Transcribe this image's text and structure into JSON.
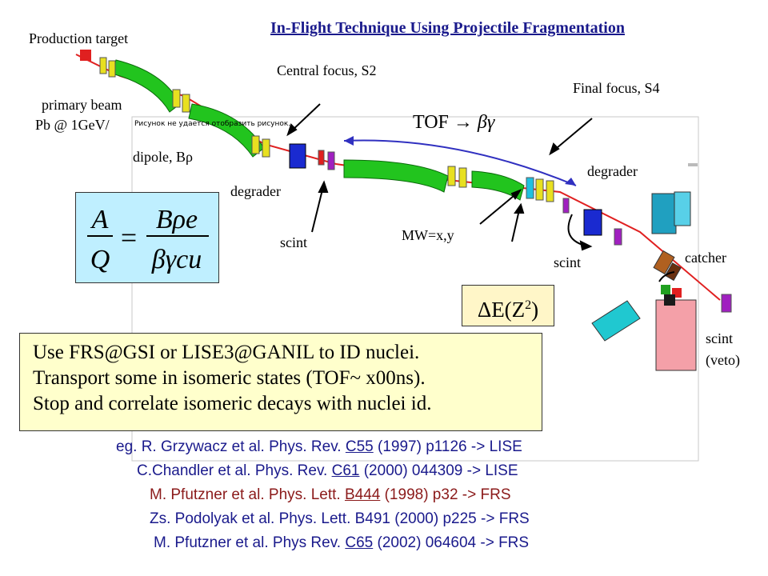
{
  "title": "In-Flight Technique Using Projectile Fragmentation",
  "labels": {
    "production_target": "Production target",
    "primary_beam_line1": "primary beam",
    "primary_beam_line2": "Pb @ 1GeV/",
    "central_focus": "Central focus, S2",
    "final_focus": "Final focus, S4",
    "dipole": "dipole, B",
    "dipole_symbol": "ρ",
    "degrader_left": "degrader",
    "degrader_right": "degrader",
    "scint_left": "scint",
    "scint_right": "scint",
    "mw": "MW=x,y",
    "catcher": "catcher",
    "scint_veto_line1": "scint",
    "scint_veto_line2": "(veto)",
    "tof_label": "TOF",
    "tof_arrow": "→",
    "tof_result": "βγ"
  },
  "overlay_message": "Рисунок не удается отобразить рисунок.",
  "formula": {
    "lhs_num": "A",
    "lhs_den": "Q",
    "equals": "=",
    "rhs_num": "Bρe",
    "rhs_den": "βγcu"
  },
  "delta_e": {
    "prefix": "ΔE(Z",
    "sup": "2",
    "suffix": ")"
  },
  "info_lines": [
    "Use FRS@GSI or LISE3@GANIL to ID nuclei.",
    "Transport some in isomeric states (TOF~ x00ns).",
    "Stop and correlate isomeric decays with nuclei id."
  ],
  "references": [
    {
      "pre": "eg. R. Grzywacz et al. Phys. Rev. ",
      "vol": "C55",
      "post": " (1997) p1126 -> LISE",
      "color": "#1a1a8c",
      "indent": 0
    },
    {
      "pre": "C.Chandler et al. Phys. Rev. ",
      "vol": "C61",
      "post": " (2000) 044309 -> LISE",
      "color": "#1a1a8c",
      "indent": 26
    },
    {
      "pre": "M. Pfutzner et al. Phys. Lett. ",
      "vol": "B444",
      "post": " (1998) p32 -> FRS",
      "color": "#8b1a1a",
      "indent": 42
    },
    {
      "pre": "Zs. Podolyak et al. Phys. Lett. B491 (2000) p225 -> FRS",
      "vol": "",
      "post": "",
      "color": "#1a1a8c",
      "indent": 42
    },
    {
      "pre": "M. Pfutzner et al. Phys Rev. ",
      "vol": "C65",
      "post": " (2002) 064604 -> FRS",
      "color": "#1a1a8c",
      "indent": 47
    }
  ],
  "colors": {
    "title": "#1a1a8c",
    "magnet_green": "#22c41e",
    "quad_yellow": "#e8e020",
    "beam_red": "#e02020",
    "detector_blue": "#1a2ad0",
    "detector_purple": "#a020c0",
    "formula_bg": "#bfefff",
    "info_bg": "#ffffcc",
    "delta_bg": "#fff6c8"
  }
}
